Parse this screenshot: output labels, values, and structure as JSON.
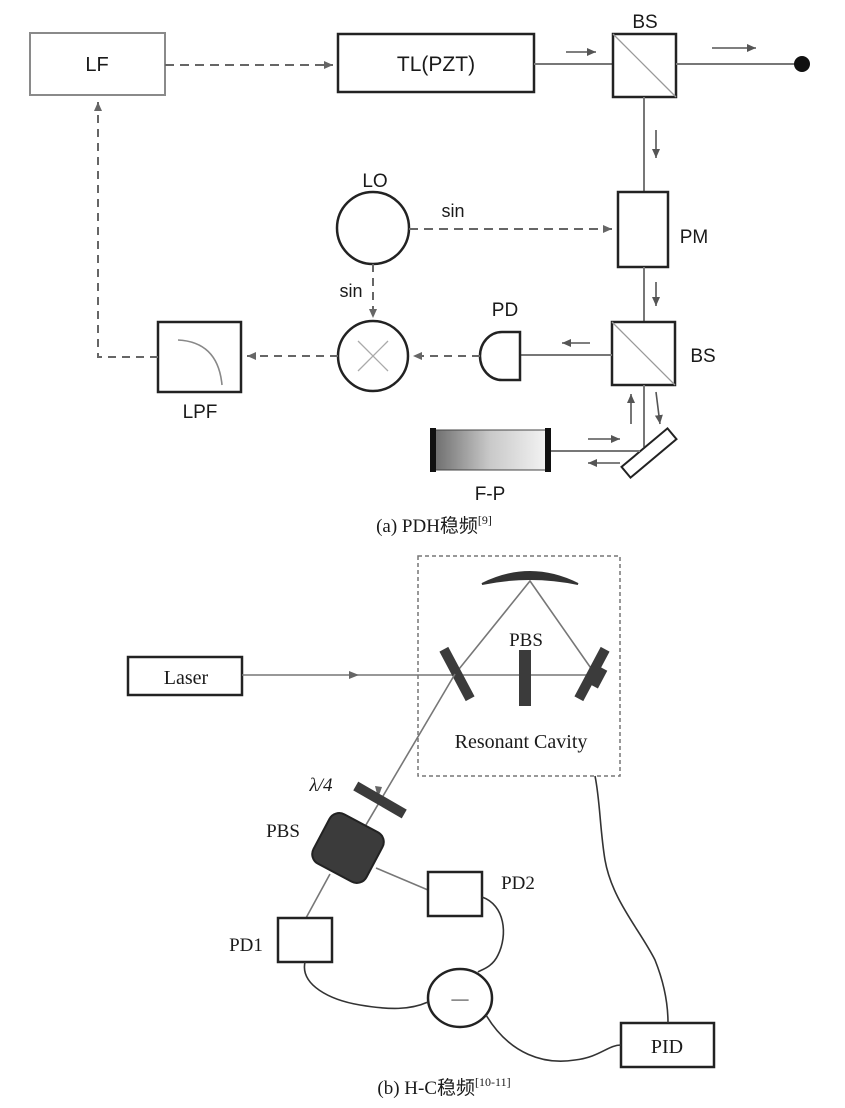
{
  "figure": {
    "panel_a": {
      "caption": "(a) PDH稳频",
      "caption_ref": "[9]",
      "labels": {
        "lf": "LF",
        "tl": "TL(PZT)",
        "bs_top": "BS",
        "lo": "LO",
        "sin_right": "sin",
        "sin_down": "sin",
        "pm": "PM",
        "pd": "PD",
        "bs_mid": "BS",
        "lpf": "LPF",
        "fp": "F-P"
      }
    },
    "panel_b": {
      "caption": "(b) H-C稳频",
      "caption_ref": "[10-11]",
      "labels": {
        "laser": "Laser",
        "pbs_cavity": "PBS",
        "resonant_cavity": "Resonant Cavity",
        "lambda4": "λ/4",
        "pbs_main": "PBS",
        "pd2": "PD2",
        "pd1": "PD1",
        "subtractor": "—",
        "pid": "PID"
      }
    },
    "colors": {
      "line": "#333333",
      "beam": "#777777",
      "dashed": "#666666",
      "dark_fill": "#3b3b3b",
      "lf_border": "#888888"
    }
  }
}
